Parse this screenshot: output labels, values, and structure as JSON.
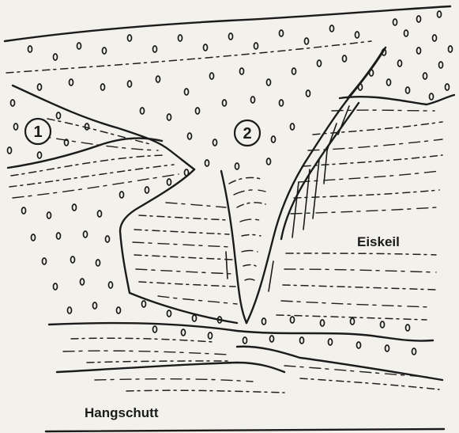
{
  "labels": {
    "ice_wedge": "Eiskeil",
    "slope_debris": "Hangschutt"
  },
  "markers": [
    {
      "id": "1",
      "text": "1"
    },
    {
      "id": "2",
      "text": "2"
    }
  ],
  "colors": {
    "ink": "#1b1b1b",
    "paper": "#f3f1ec"
  }
}
